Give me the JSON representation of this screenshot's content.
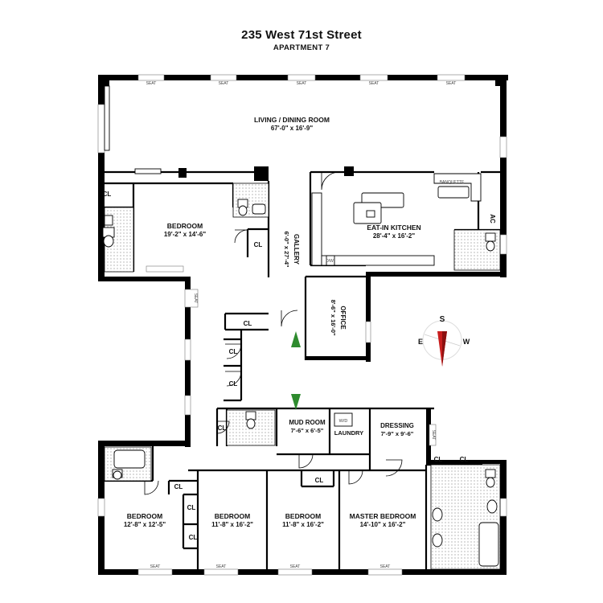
{
  "title": "235 West 71st Street",
  "subtitle": "APARTMENT 7",
  "rooms": {
    "living": {
      "name": "LIVING / DINING ROOM",
      "dims": "67'-0\" x 16'-9\""
    },
    "bedroom_nw": {
      "name": "BEDROOM",
      "dims": "19'-2\" x 14'-6\""
    },
    "kitchen": {
      "name": "EAT-IN KITCHEN",
      "dims": "28'-4\" x 16'-2\""
    },
    "gallery": {
      "name": "GALLERY",
      "dims": "6'-0\" x 27'-4\""
    },
    "office": {
      "name": "OFFICE",
      "dims": "8'-6\" x 16'-0\""
    },
    "mud_room": {
      "name": "MUD ROOM",
      "dims": "7'-6\" x 6'-5\""
    },
    "laundry": {
      "name": "LAUNDRY"
    },
    "dressing": {
      "name": "DRESSING",
      "dims": "7'-9\" x 9'-6\""
    },
    "bedroom_1": {
      "name": "BEDROOM",
      "dims": "12'-8\" x 12'-5\""
    },
    "bedroom_2": {
      "name": "BEDROOM",
      "dims": "11'-8\" x 16'-2\""
    },
    "bedroom_3": {
      "name": "BEDROOM",
      "dims": "11'-8\" x 16'-2\""
    },
    "master": {
      "name": "MASTER BEDROOM",
      "dims": "14'-10\" x 16'-2\""
    }
  },
  "labels": {
    "closet": "CL",
    "seat": "SEAT",
    "ac": "AC",
    "banquette": "BANQUETTE",
    "washer_dryer": "W/D",
    "dishwasher": "D/W"
  },
  "compass": {
    "e": "E",
    "s": "S",
    "w": "W"
  }
}
